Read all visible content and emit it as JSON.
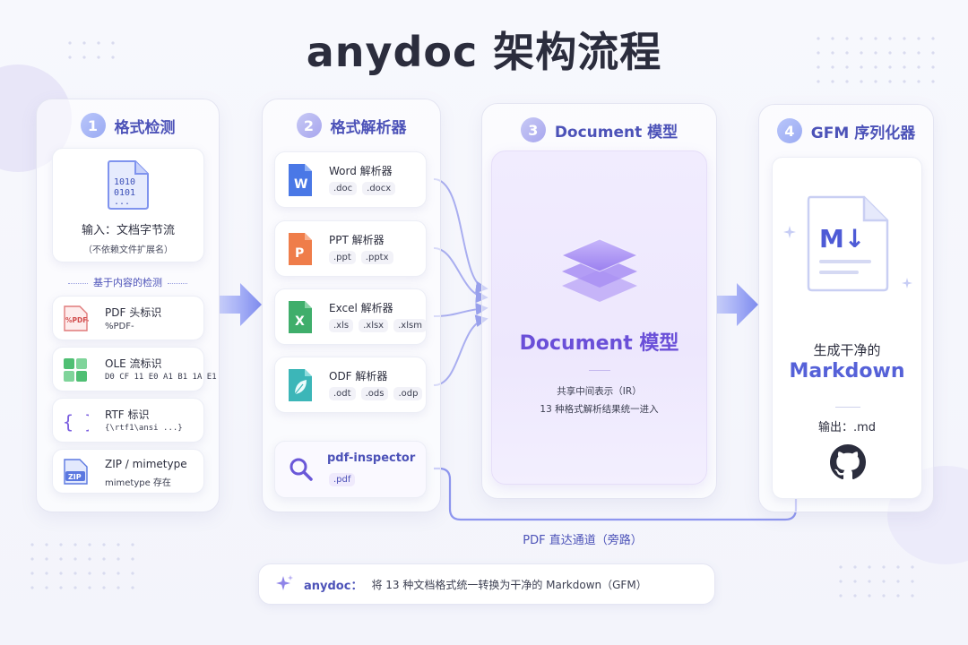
{
  "title": "anydoc 架构流程",
  "step1": {
    "num": "1",
    "title": "格式检测",
    "binary_lines": [
      "1010",
      "0101",
      "..."
    ],
    "input_label": "输入：文档字节流",
    "input_note": "（不依赖文件扩展名）",
    "section_label": "基于内容的检测",
    "detectors": [
      {
        "icon": "pdf-header-icon",
        "title": "PDF 头标识",
        "detail": "%PDF-",
        "icon_text": "%PDF-"
      },
      {
        "icon": "ole-grid-icon",
        "title": "OLE 流标识",
        "detail": "D0 CF 11 E0 A1 B1 1A E1"
      },
      {
        "icon": "braces-icon",
        "title": "RTF 标识",
        "detail": "{\\rtf1\\ansi ...}",
        "icon_text": "{ }"
      },
      {
        "icon": "zip-icon",
        "title": "ZIP / mimetype",
        "detail": "mimetype 存在",
        "icon_text": "ZIP"
      }
    ]
  },
  "step2": {
    "num": "2",
    "title": "格式解析器",
    "parsers": [
      {
        "icon": "word-icon",
        "letter": "W",
        "color": "#4a78e6",
        "title": "Word 解析器",
        "tags": [
          ".doc",
          ".docx"
        ]
      },
      {
        "icon": "ppt-icon",
        "letter": "P",
        "color": "#ef7d4a",
        "title": "PPT 解析器",
        "tags": [
          ".ppt",
          ".pptx"
        ]
      },
      {
        "icon": "excel-icon",
        "letter": "X",
        "color": "#3fae6b",
        "title": "Excel 解析器",
        "tags": [
          ".xls",
          ".xlsx",
          ".xlsm"
        ]
      },
      {
        "icon": "odf-icon",
        "letter": "",
        "color": "#3cb6b8",
        "title": "ODF 解析器",
        "tags": [
          ".odt",
          ".ods",
          ".odp"
        ]
      }
    ],
    "pdf_inspector": {
      "title": "pdf-inspector",
      "tag": ".pdf"
    }
  },
  "step3": {
    "num": "3",
    "title": "Document 模型",
    "big": "Document 模型",
    "sub1": "共享中间表示（IR）",
    "sub2": "13 种格式解析结果统一进入"
  },
  "step4": {
    "num": "4",
    "title": "GFM 序列化器",
    "md_glyph": "M↓",
    "t1": "生成干净的",
    "t2": "Markdown",
    "output": "输出：.md"
  },
  "bypass_label": "PDF 直达通道（旁路）",
  "footer": {
    "brand": "anydoc：",
    "text": "将 13 种文档格式统一转换为干净的 Markdown（GFM）"
  },
  "colors": {
    "accent": "#4c52b8",
    "purple": "#6a4fd8",
    "arrow": "#8e96ef"
  }
}
